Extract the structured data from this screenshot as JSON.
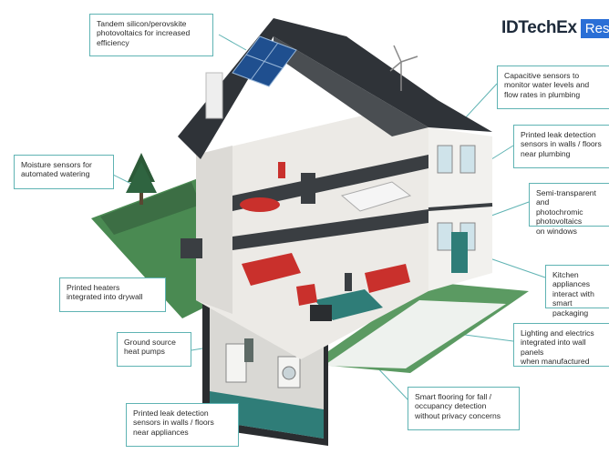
{
  "brand": {
    "name": "IDTechEx",
    "suffix": "Res"
  },
  "colors": {
    "callout_border": "#5fb3b3",
    "roof": "#2f3338",
    "wall": "#eceae6",
    "lawn": "#4a8a52",
    "accent_red": "#c9302c",
    "solar": "#1f4f8f"
  },
  "callouts": {
    "solar": "Tandem silicon/perovskite\nphotovoltaics for increased\nefficiency",
    "moisture": "Moisture sensors for\nautomated watering",
    "heaters": "Printed heaters\nintegrated into drywall",
    "ground": "Ground source\nheat pumps",
    "leak_appliances": "Printed leak detection\nsensors in walls / floors\nnear appliances",
    "capacitive": "Capacitive sensors to\nmonitor water levels and\nflow rates in plumbing",
    "leak_plumbing": "Printed leak detection\nsensors in walls / floors\nnear plumbing",
    "windows": "Semi-transparent and\nphotochromic photovoltaics\non windows",
    "kitchen": "Kitchen appliances\ninteract with smart\npackaging",
    "lighting": "Lighting and electrics\nintegrated into wall panels\nwhen manufactured",
    "flooring": "Smart flooring for fall /\noccupancy detection\nwithout privacy concerns"
  }
}
